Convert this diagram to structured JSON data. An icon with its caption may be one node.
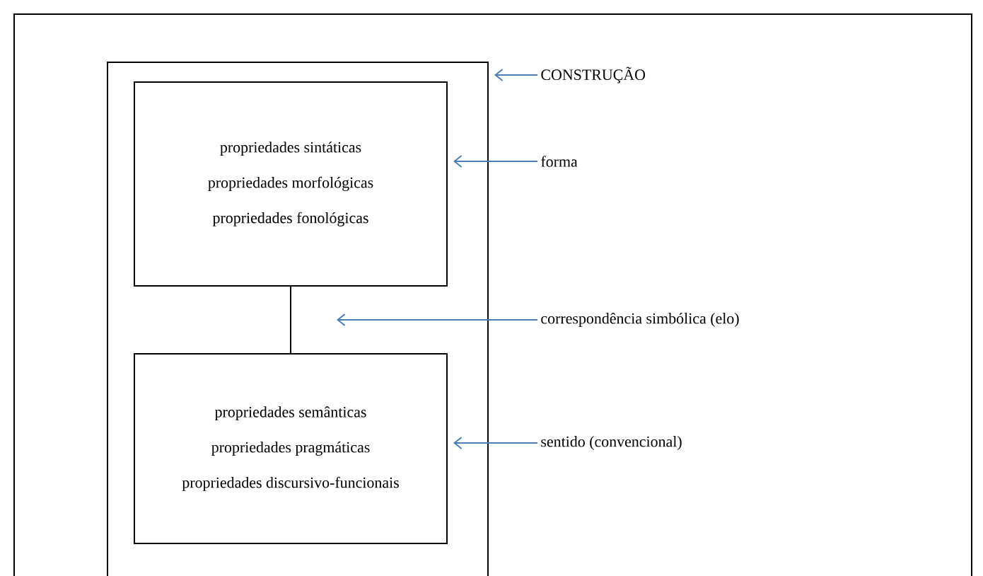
{
  "diagram": {
    "nodes": [
      {
        "text": [],
        "shape": "box"
      },
      {
        "text": [
          "propriedades sintáticas",
          "propriedades morfológicas",
          "propriedades fonológicas"
        ],
        "in": 0
      },
      {
        "text": [
          "propriedades semânticas",
          "propriedades pragmáticas",
          "propriedades discursivo-funcionais"
        ],
        "in": 0
      },
      {
        "text": [
          "CONSTRUÇÃO"
        ]
      },
      {
        "text": [
          "forma"
        ]
      },
      {
        "text": [
          "correspondência simbólica (elo)"
        ]
      },
      {
        "text": [
          "sentido (convencional)"
        ]
      }
    ],
    "edges": [
      {
        "from": 1,
        "to": 2,
        "arrow": "none",
        "color": "#000000"
      },
      {
        "from": 3,
        "to": 0,
        "arrow": "to"
      },
      {
        "from": 4,
        "to": 1,
        "arrow": "to"
      },
      {
        "from": 5,
        "to": null,
        "arrow": "to"
      },
      {
        "from": 6,
        "to": 2,
        "arrow": "to"
      }
    ]
  }
}
